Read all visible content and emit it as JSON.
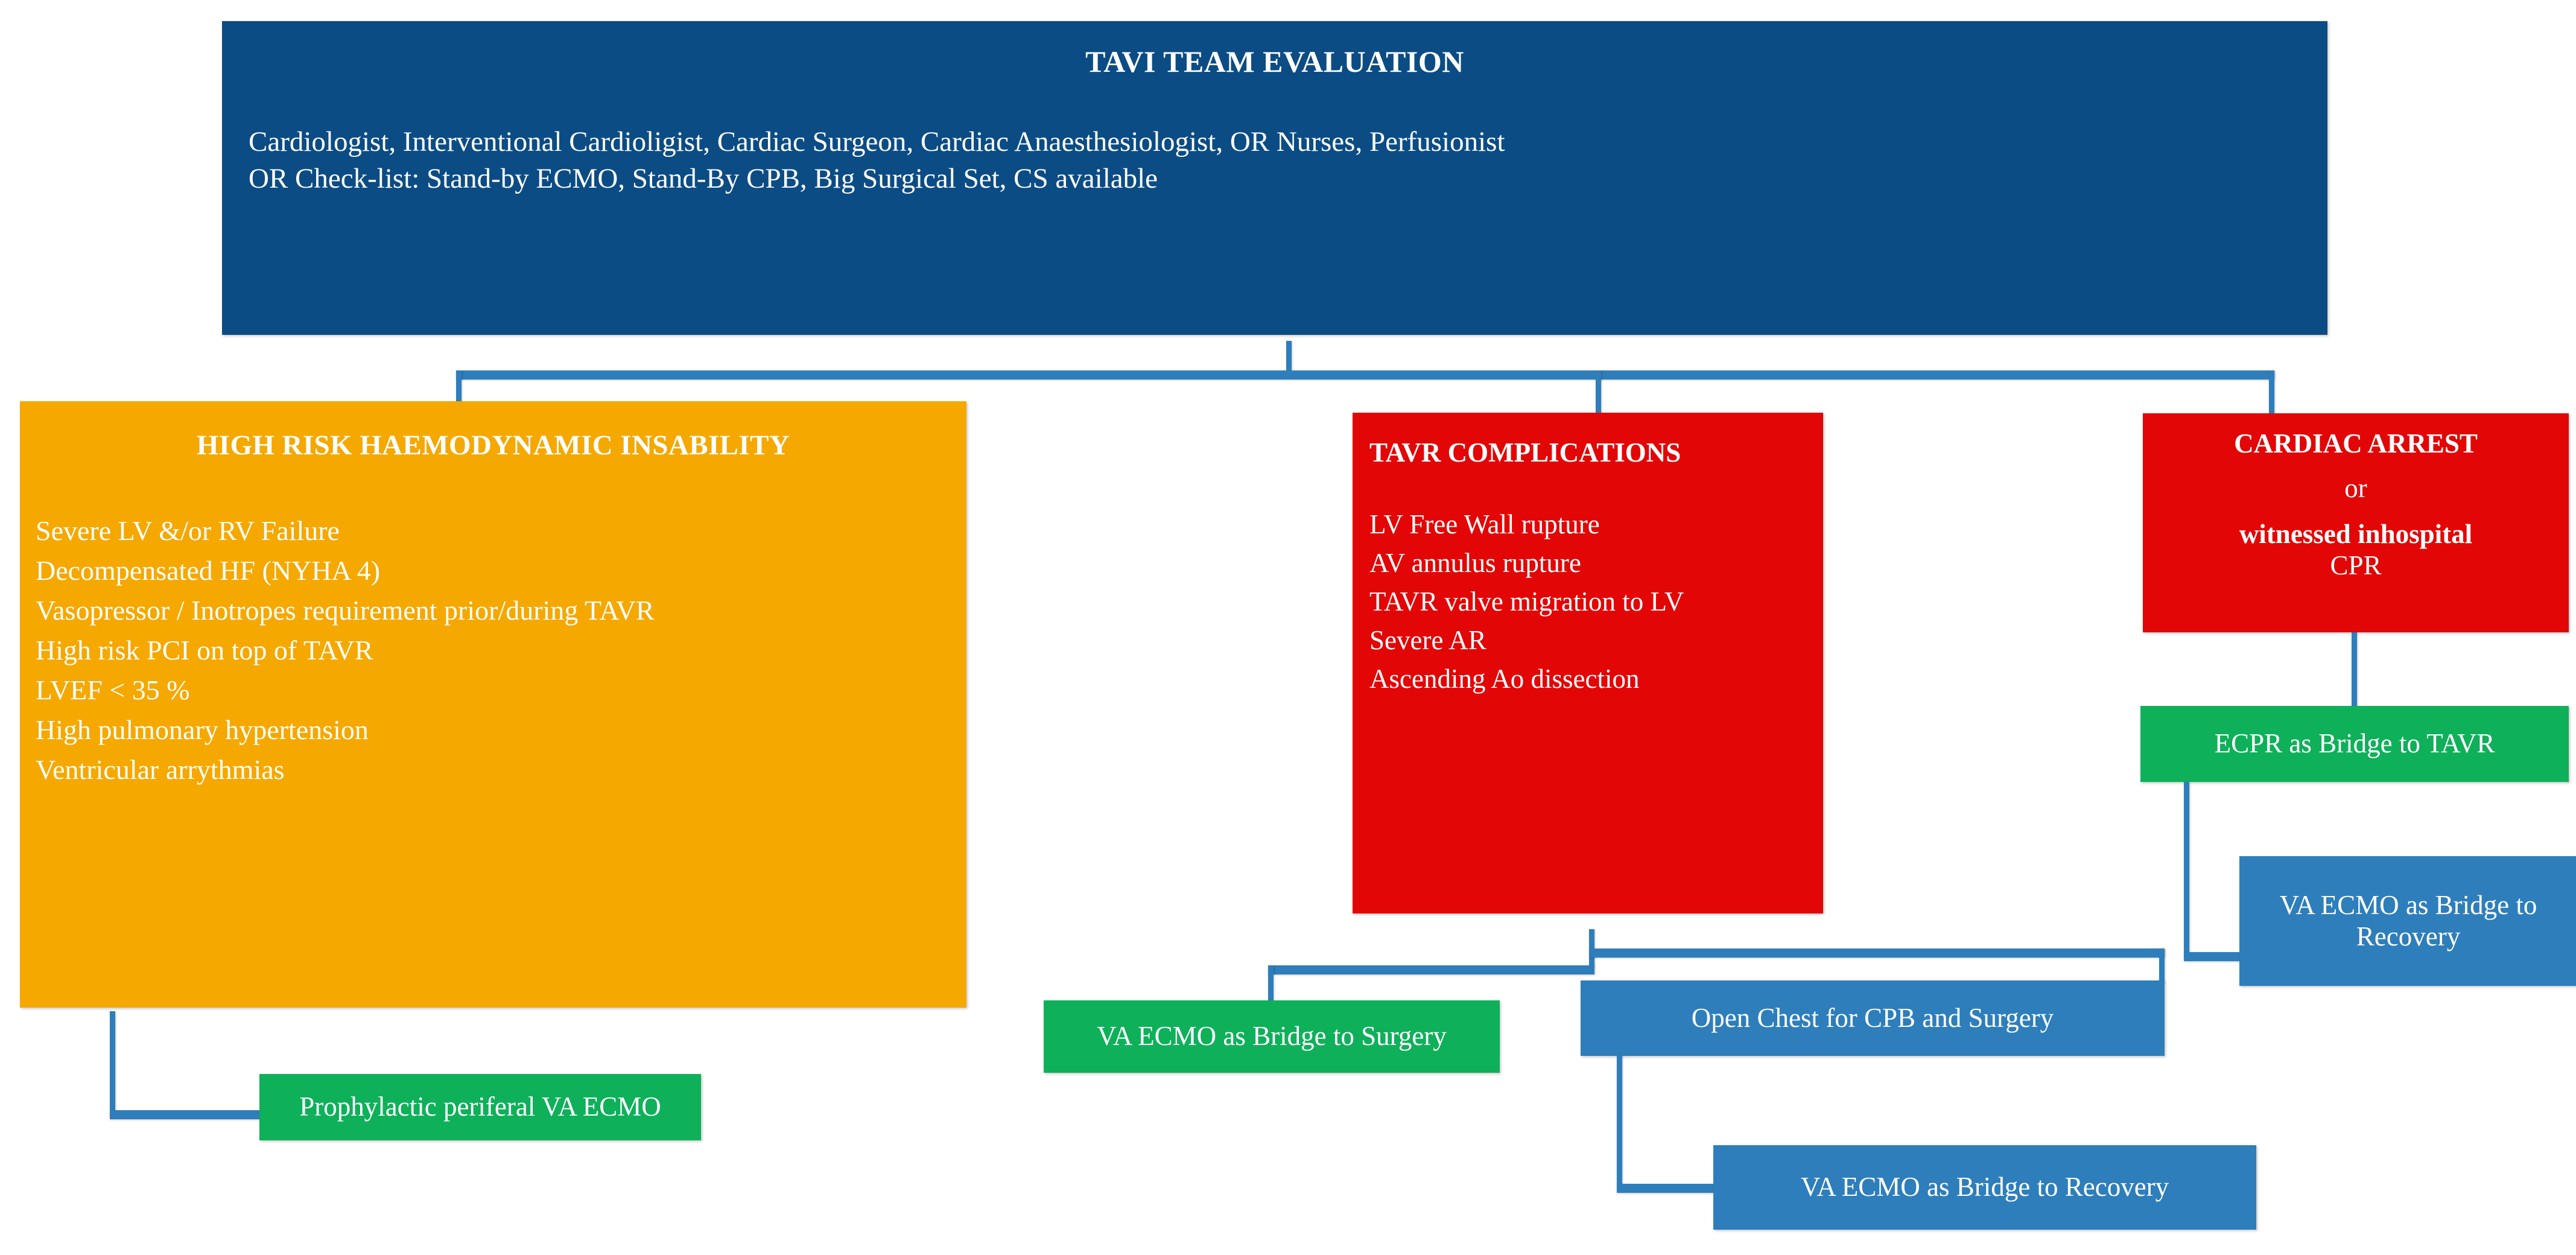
{
  "colors": {
    "header_blue": "#0C4C84",
    "accent_blue": "#2E7EBB",
    "orange": "#F5A800",
    "red": "#E30606",
    "green": "#0FB05A",
    "text_white": "#FFFFFF"
  },
  "tavi_team": {
    "title": "TAVI TEAM EVALUATION",
    "lines": [
      "Cardiologist, Interventional Cardioligist, Cardiac Surgeon, Cardiac Anaesthesiologist, OR Nurses, Perfusionist",
      "OR Check-list: Stand-by ECMO, Stand-By CPB, Big Surgical Set, CS available"
    ]
  },
  "high_risk": {
    "title": "HIGH RISK HAEMODYNAMIC INSABILITY",
    "items": [
      "Severe LV &/or RV Failure",
      "Decompensated HF (NYHA 4)",
      "Vasopressor / Inotropes requirement prior/during TAVR",
      "High risk PCI on top of TAVR",
      "LVEF < 35 %",
      "High pulmonary hypertension",
      "Ventricular arrythmias"
    ]
  },
  "tavr_complications": {
    "title": "TAVR COMPLICATIONS",
    "items": [
      "LV Free Wall rupture",
      "AV annulus rupture",
      "TAVR valve migration to LV",
      "Severe AR",
      "Ascending Ao dissection"
    ]
  },
  "cardiac_arrest": {
    "line1": "CARDIAC ARREST",
    "line2": "or",
    "line3": "witnessed inhospital",
    "line4": "CPR"
  },
  "outcomes": {
    "prophylactic_ecmo": "Prophylactic periferal VA ECMO",
    "va_ecmo_bridge_surgery": "VA ECMO as Bridge to Surgery",
    "open_chest_cpb": "Open Chest for CPB and Surgery",
    "va_ecmo_bridge_recovery_mid": "VA ECMO as Bridge to Recovery",
    "ecpr_bridge_tavr": "ECPR as Bridge to TAVR",
    "va_ecmo_bridge_recovery_right": "VA ECMO as Bridge to Recovery"
  }
}
